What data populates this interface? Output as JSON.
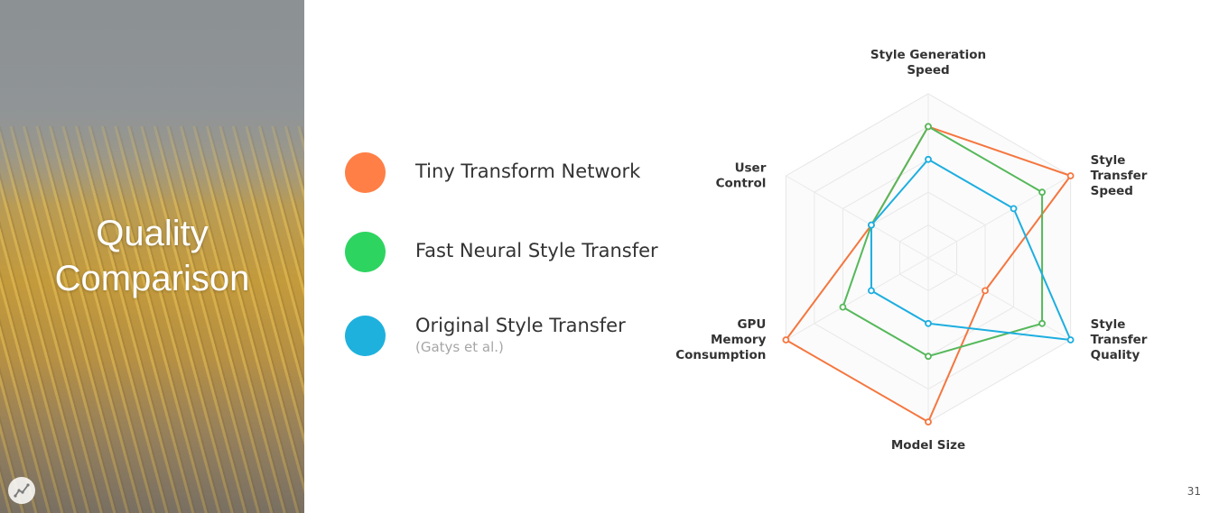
{
  "slide": {
    "title_line1": "Quality",
    "title_line2": "Comparison",
    "page_number": "31"
  },
  "legend": [
    {
      "label": "Tiny Transform Network",
      "sublabel": "",
      "color": "#ff7f47"
    },
    {
      "label": "Fast Neural Style Transfer",
      "sublabel": "",
      "color": "#2ed460"
    },
    {
      "label": "Original Style Transfer",
      "sublabel": "(Gatys et al.)",
      "color": "#1fb1dd"
    }
  ],
  "chart_data": {
    "type": "radar",
    "axes": [
      {
        "lines": [
          "Style Generation",
          "Speed"
        ]
      },
      {
        "lines": [
          "Style",
          "Transfer",
          "Speed"
        ]
      },
      {
        "lines": [
          "Style",
          "Transfer",
          "Quality"
        ]
      },
      {
        "lines": [
          "Model Size"
        ]
      },
      {
        "lines": [
          "GPU",
          "Memory",
          "Consumption"
        ]
      },
      {
        "lines": [
          "User",
          "Control"
        ]
      }
    ],
    "range": [
      0,
      5
    ],
    "grid_levels": 5,
    "series": [
      {
        "name": "Tiny Transform Network",
        "color": "#f5763f",
        "values": [
          4,
          5,
          2,
          5,
          5,
          2
        ]
      },
      {
        "name": "Fast Neural Style Transfer",
        "color": "#55b85a",
        "values": [
          4,
          4,
          4,
          3,
          3,
          2
        ]
      },
      {
        "name": "Original Style Transfer",
        "color": "#1daee0",
        "values": [
          3,
          3,
          5,
          2,
          2,
          2
        ]
      }
    ]
  }
}
